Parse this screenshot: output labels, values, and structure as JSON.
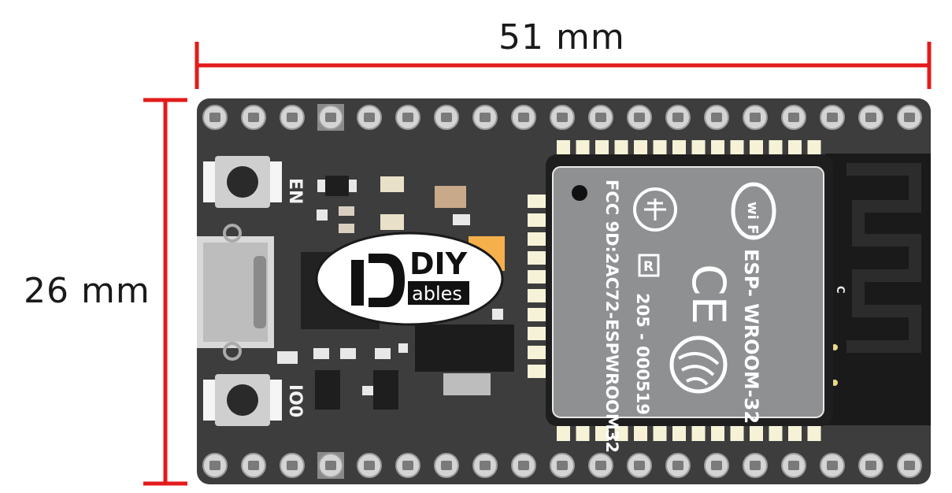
{
  "dimensions": {
    "width_label": "51 mm",
    "height_label": "26 mm"
  },
  "board": {
    "buttons": {
      "en_label": "EN",
      "io0_label": "IO0"
    },
    "logo": {
      "top_text": "DIY",
      "bottom_text": "ables"
    },
    "module": {
      "fcc_text": "FCC 9D:2AC72-ESPWROOM32",
      "model_text": "ESP- WROOM-32",
      "cert_text": "205 - 000519",
      "r_mark": "R",
      "wifi_text": "wi Fi",
      "ce_text": "CE",
      "antenna_mark": "C"
    }
  },
  "colors": {
    "dimension_line": "#e31b1b",
    "pcb": "#3d3d3d",
    "module_shield": "#8e9092",
    "gold_pad": "#f5f2d8",
    "antenna_trace": "#1a1a1a"
  }
}
